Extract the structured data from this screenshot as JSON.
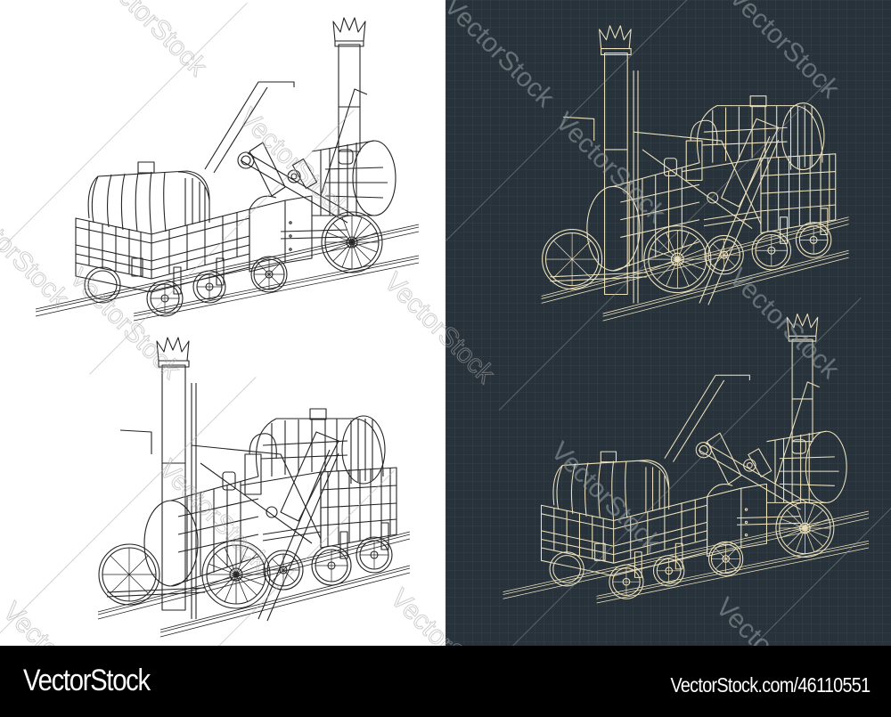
{
  "image": {
    "description": "Four isometric line drawings of an early steam locomotive (chimney with crown top, barrel water tender on a wooden wagon) on rails",
    "colors": {
      "light_background": "#ffffff",
      "light_stroke": "#222222",
      "dark_background": "#27323a",
      "dark_stroke": "#efe3bd",
      "footer_background": "#000000",
      "footer_text": "#ffffff"
    },
    "panels": [
      {
        "id": "top-left",
        "style": "light",
        "view": "rear-left (tender front)"
      },
      {
        "id": "bottom-left",
        "style": "light",
        "view": "front-left (chimney front)"
      },
      {
        "id": "top-right",
        "style": "dark",
        "view": "front-left (chimney front)"
      },
      {
        "id": "bottom-right",
        "style": "dark",
        "view": "rear-left (tender front)"
      }
    ]
  },
  "watermark": {
    "text": "VectorStock"
  },
  "footer": {
    "brand": "VectorStock",
    "reference": "VectorStock.com/46110551"
  }
}
